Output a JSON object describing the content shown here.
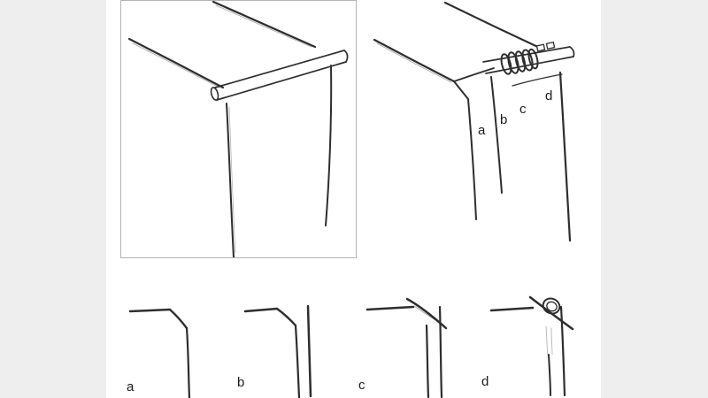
{
  "page": {
    "margin_color": "#eeeeee",
    "canvas_color": "#ffffff",
    "panel_border_color": "#b3b3b3",
    "ink_color": "#2e2e2e"
  },
  "figure_top_left": {
    "name": "framed sketch: curtain hung from pole with clip gliders and hook tape",
    "labels": []
  },
  "figure_top_right": {
    "name": "sketch: curtain corner hung from pole with rings",
    "labels": [
      "a",
      "b",
      "c",
      "d"
    ]
  },
  "figure_bottom": {
    "name": "four sketches of curtain side-edge finishes",
    "labels": [
      "a",
      "b",
      "c",
      "d"
    ]
  }
}
